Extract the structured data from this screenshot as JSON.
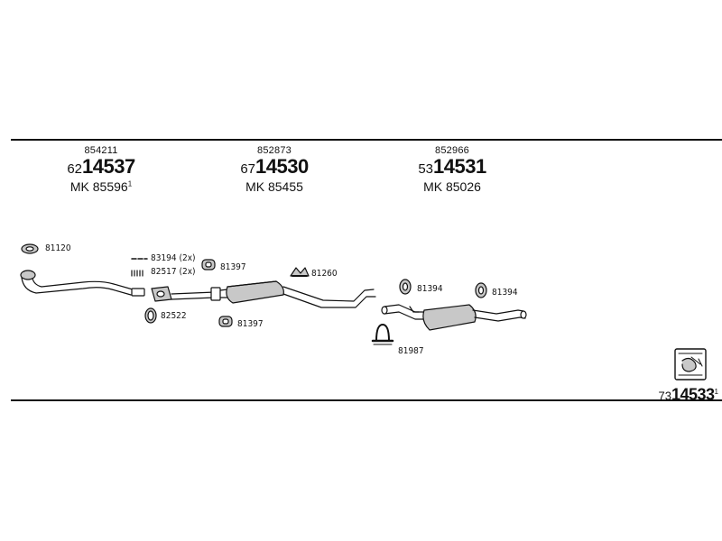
{
  "groups": [
    {
      "top": "854211",
      "mid_prefix": "62",
      "mid_main": "14537",
      "low_main": "MK 85596",
      "low_sup": "1"
    },
    {
      "top": "852873",
      "mid_prefix": "67",
      "mid_main": "14530",
      "low_main": "MK 85455",
      "low_sup": ""
    },
    {
      "top": "852966",
      "mid_prefix": "53",
      "mid_main": "14531",
      "low_main": "MK 85026",
      "low_sup": ""
    }
  ],
  "parts": {
    "p81120": "81120",
    "p83194": "83194 (2x)",
    "p82517": "82517 (2x)",
    "p82522": "82522",
    "p81397a": "81397",
    "p81397b": "81397",
    "p81260": "81260",
    "p81394a": "81394",
    "p81394b": "81394",
    "p81987": "81987"
  },
  "bottom": {
    "prefix": "73",
    "main": "14533",
    "sup": "1"
  },
  "colors": {
    "line": "#111111",
    "fill": "#c8c8c8",
    "background": "#ffffff"
  }
}
